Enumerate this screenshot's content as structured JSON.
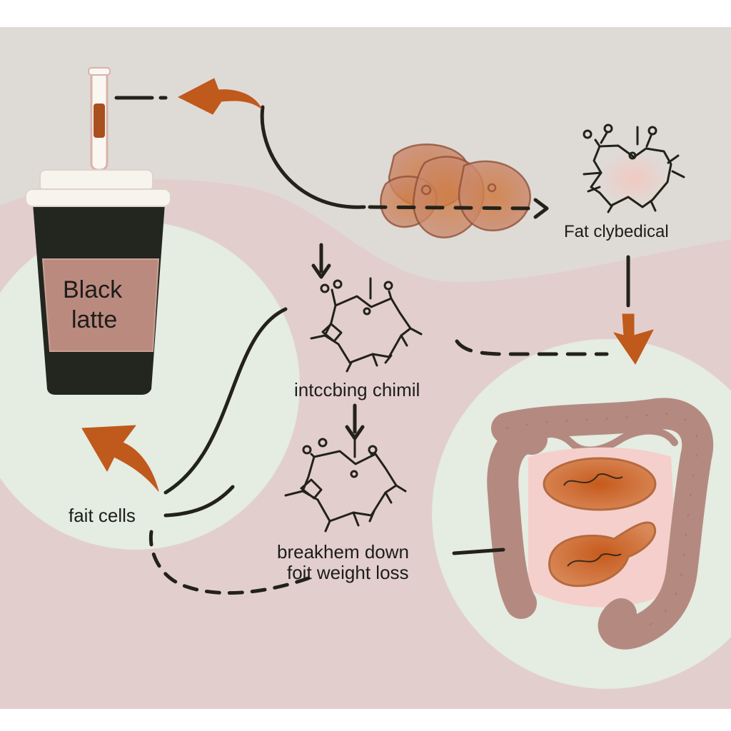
{
  "colors": {
    "background": "#dedbd7",
    "blob": "#e2cfcd",
    "circle": "#e5ece1",
    "cup_body": "#22261f",
    "cup_band": "#bb8a7f",
    "cup_lid": "#f7f3ed",
    "arrow_accent": "#c0591c",
    "line": "#222219",
    "fat_cell": "#c98c74",
    "intestine": "#b48a80"
  },
  "labels": {
    "cup_line1": "Black",
    "cup_line2": "latte",
    "fat_chemical": "Fat clybedical",
    "intermediate_chemical": "intccbing chimil",
    "breakdown_line1": "breakhem down",
    "breakdown_line2": "foit weight loss",
    "fat_cells": "fait cells"
  },
  "icons": [
    "test-tube-icon",
    "coffee-cup-icon",
    "fat-cell-cluster-icon",
    "molecule-icon",
    "intestine-icon"
  ]
}
